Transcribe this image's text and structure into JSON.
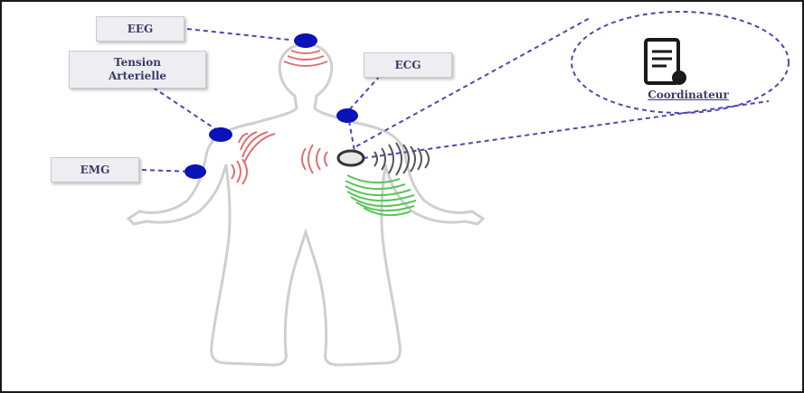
{
  "labels": {
    "eeg": "EEG",
    "tension": [
      "Tension",
      "Arterielle"
    ],
    "ecg": "ECG",
    "emg": "EMG",
    "coordinator": "Coordinateur"
  },
  "colors": {
    "sensor": "#0b12b8",
    "link": "#4a4ab0",
    "signal_red": "#e07070",
    "signal_green": "#5cc45c",
    "signal_dark": "#555555",
    "body_outline": "#cfcfcf",
    "label_bg": "#eeeef2"
  },
  "icons": {
    "coordinator": "document-device-icon",
    "sensor": "sensor-node-icon",
    "hub": "hub-node-icon"
  }
}
